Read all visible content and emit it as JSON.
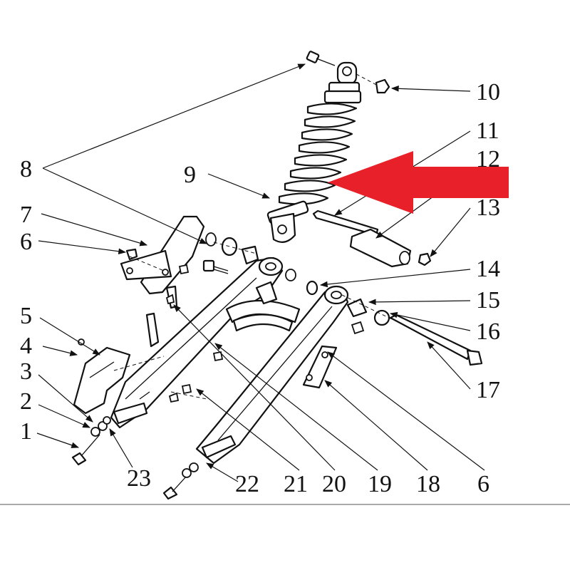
{
  "callouts": [
    {
      "id": "1",
      "text": "1"
    },
    {
      "id": "2",
      "text": "2"
    },
    {
      "id": "3",
      "text": "3"
    },
    {
      "id": "4",
      "text": "4"
    },
    {
      "id": "5",
      "text": "5"
    },
    {
      "id": "6a",
      "text": "6"
    },
    {
      "id": "7",
      "text": "7"
    },
    {
      "id": "8",
      "text": "8"
    },
    {
      "id": "9",
      "text": "9"
    },
    {
      "id": "10",
      "text": "10"
    },
    {
      "id": "11",
      "text": "11"
    },
    {
      "id": "12",
      "text": "12"
    },
    {
      "id": "13",
      "text": "13"
    },
    {
      "id": "14",
      "text": "14"
    },
    {
      "id": "15",
      "text": "15"
    },
    {
      "id": "16",
      "text": "16"
    },
    {
      "id": "17",
      "text": "17"
    },
    {
      "id": "18",
      "text": "18"
    },
    {
      "id": "19",
      "text": "19"
    },
    {
      "id": "20",
      "text": "20"
    },
    {
      "id": "21",
      "text": "21"
    },
    {
      "id": "22",
      "text": "22"
    },
    {
      "id": "23",
      "text": "23"
    },
    {
      "id": "6b",
      "text": "6"
    }
  ],
  "highlight_arrow_color": "#e8202a",
  "line_color": "#111111"
}
